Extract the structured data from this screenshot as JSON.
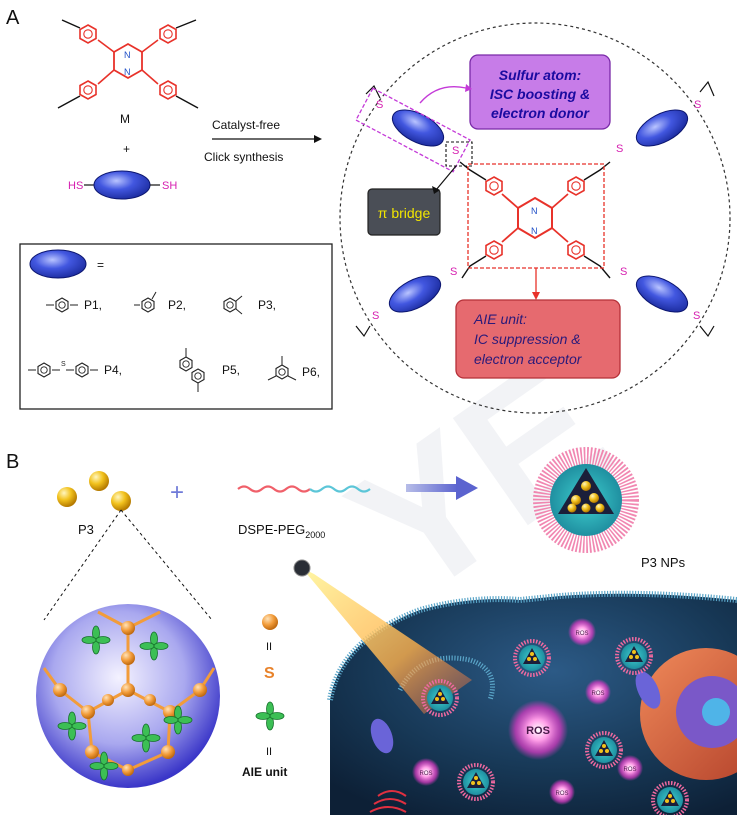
{
  "panel_a": {
    "letter": "A",
    "monomer_label": "M",
    "plus": "+",
    "thiol_left": "HS",
    "thiol_right": "SH",
    "arrow_top": "Catalyst-free",
    "arrow_bottom": "Click synthesis",
    "pyrazine_n": "N",
    "sulfur": "S",
    "pi_bridge": "π bridge",
    "sulfur_box": {
      "line1": "Sulfur atom:",
      "line2": "ISC boosting &",
      "line3": "electron donor"
    },
    "aie_box": {
      "line1": "AIE unit:",
      "line2": "IC suppression &",
      "line3": "electron acceptor"
    },
    "legend": {
      "equals": "=",
      "items": [
        "P1,",
        "P2,",
        "P3,",
        "P4,",
        "P5,",
        "P6,"
      ]
    }
  },
  "panel_b": {
    "letter": "B",
    "p3_label": "P3",
    "plus": "+",
    "dspe_label": "DSPE-PEG",
    "dspe_sub": "2000",
    "np_label": "P3 NPs",
    "eq1": "II",
    "s_label": "S",
    "eq2": "II",
    "aie_label": "AIE unit",
    "ros": [
      "ROS",
      "ROS",
      "ROS",
      "ROS",
      "ROS",
      "ROS"
    ]
  },
  "colors": {
    "scaffold": "#e8322a",
    "ellipse": "#3b4ed8",
    "sulfur": "#d61fb0",
    "sulfur_box_fill": "#c77ce8",
    "sulfur_box_text": "#1a0aa0",
    "aie_box_fill": "#e66a6f",
    "aie_box_text": "#2a1a7a",
    "pi_box": "#4a4e56",
    "pi_text": "#f2e600",
    "bead": "#f29c3a",
    "leaf": "#2fae47",
    "cell": "#17304f",
    "arrow": "#6f7ad8"
  }
}
